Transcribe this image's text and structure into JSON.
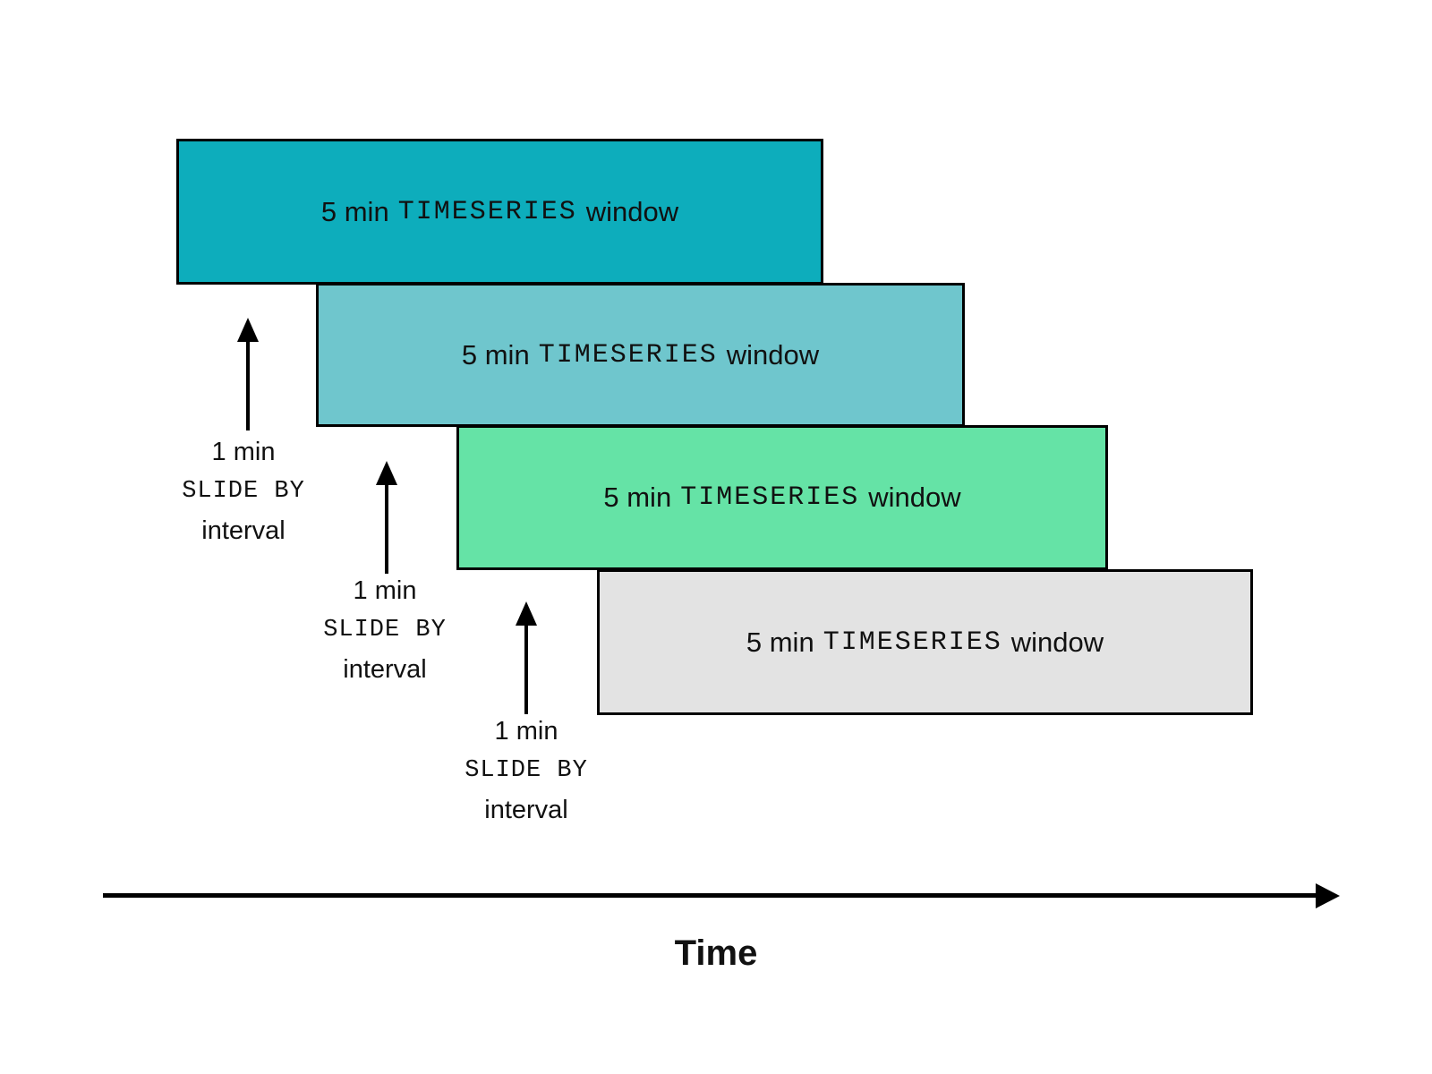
{
  "diagram": {
    "windows": [
      {
        "prefix": "5 min",
        "code": "TIMESERIES",
        "suffix": "window",
        "color": "#0dadbc"
      },
      {
        "prefix": "5 min",
        "code": "TIMESERIES",
        "suffix": "window",
        "color": "#6fc6cd"
      },
      {
        "prefix": "5 min",
        "code": "TIMESERIES",
        "suffix": "window",
        "color": "#65e3a6"
      },
      {
        "prefix": "5 min",
        "code": "TIMESERIES",
        "suffix": "window",
        "color": "#e3e3e3"
      }
    ],
    "slide_annotations": [
      {
        "line1": "1 min",
        "line2": "SLIDE BY",
        "line3": "interval"
      },
      {
        "line1": "1 min",
        "line2": "SLIDE BY",
        "line3": "interval"
      },
      {
        "line1": "1 min",
        "line2": "SLIDE BY",
        "line3": "interval"
      }
    ],
    "time_axis": {
      "label": "Time"
    },
    "colors": {
      "background": "#ffffff",
      "border": "#000000",
      "text": "#111111"
    }
  }
}
